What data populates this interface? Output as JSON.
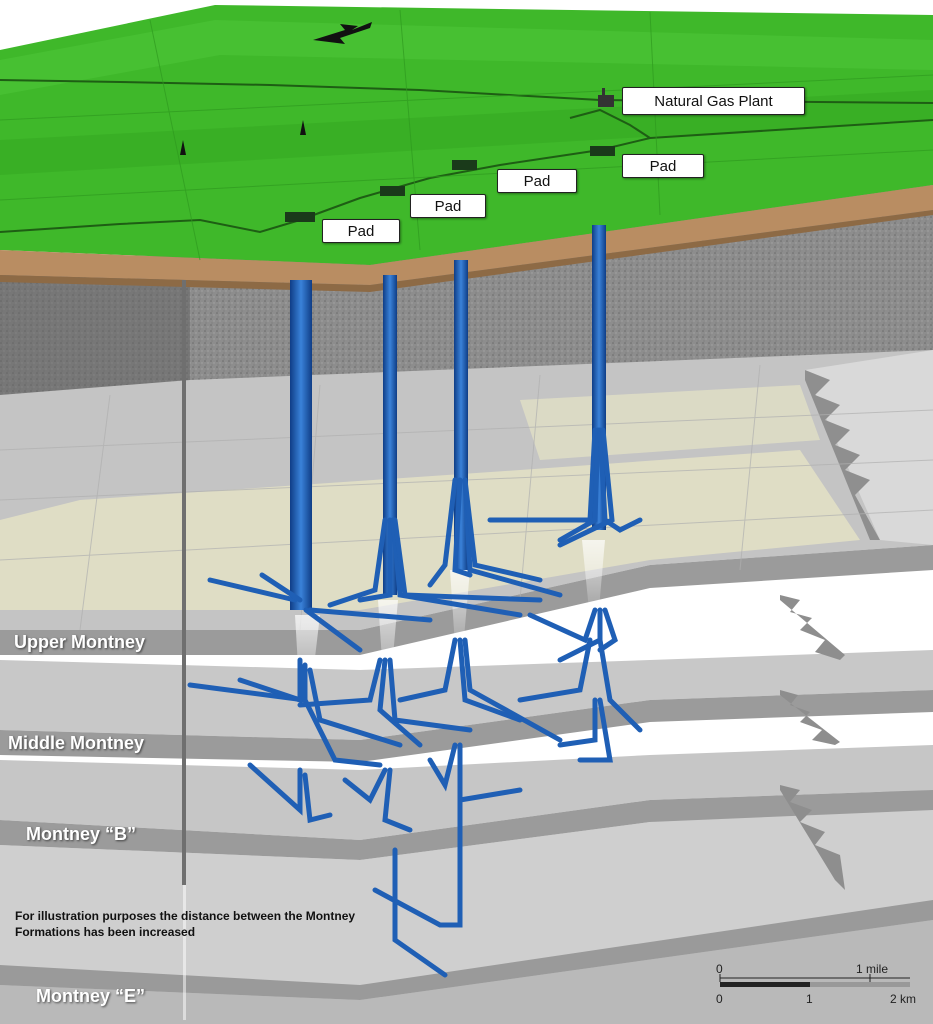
{
  "labels": {
    "plant": "Natural Gas Plant",
    "pad": "Pad"
  },
  "layers": {
    "upper": "Upper Montney",
    "middle": "Middle Montney",
    "b": "Montney “B”",
    "e": "Montney “E”"
  },
  "note": "For illustration purposes the distance between the Montney Formations has been increased",
  "scale": {
    "mile_zero": "0",
    "mile_one": "1 mile",
    "km_zero": "0",
    "km_one": "1",
    "km_two": "2 km"
  },
  "colors": {
    "surface": "#3fb82a",
    "soil": "#b98d62",
    "rock": "#8a8a8a",
    "formation": "#c9c9c9",
    "highlight": "#e8e6c9",
    "well": "#1f5fb5"
  },
  "icons": [
    "north-arrow-icon",
    "well-derrick-icon",
    "gas-plant-icon"
  ]
}
